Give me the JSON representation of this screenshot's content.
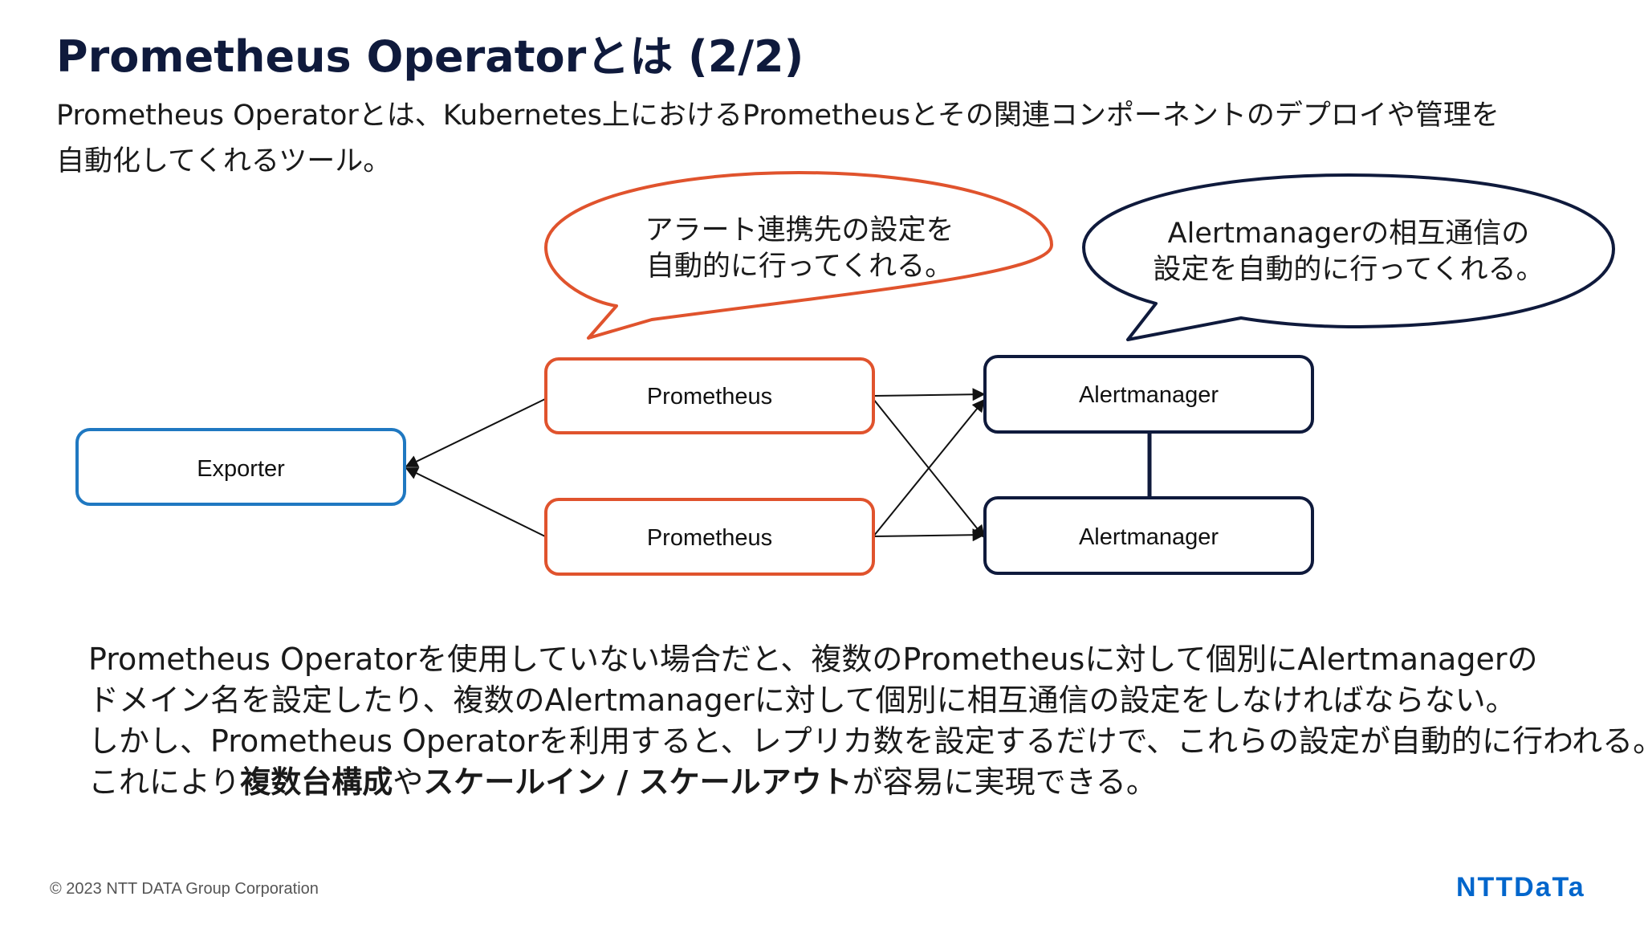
{
  "title": "Prometheus Operatorとは (2/2)",
  "intro": {
    "line1": "Prometheus Operatorとは、Kubernetes上におけるPrometheusとその関連コンポーネントのデプロイや管理を",
    "line2": "自動化してくれるツール。"
  },
  "diagram": {
    "bubble_left": {
      "line1": "アラート連携先の設定を",
      "line2": "自動的に行ってくれる。"
    },
    "bubble_right": {
      "line1": "Alertmanagerの相互通信の",
      "line2": "設定を自動的に行ってくれる。"
    },
    "nodes": {
      "exporter": "Exporter",
      "prometheus_1": "Prometheus",
      "prometheus_2": "Prometheus",
      "alertmanager_1": "Alertmanager",
      "alertmanager_2": "Alertmanager"
    },
    "colors": {
      "prometheus": "#e0532d",
      "exporter": "#1f78c1",
      "alertmanager": "#0f1a3c",
      "bubble_left": "#e0532d",
      "bubble_right": "#0f1a3c"
    }
  },
  "summary": {
    "line1": "Prometheus Operatorを使用していない場合だと、複数のPrometheusに対して個別にAlertmanagerの",
    "line2": "ドメイン名を設定したり、複数のAlertmanagerに対して個別に相互通信の設定をしなければならない。",
    "line3": "しかし、Prometheus Operatorを利用すると、レプリカ数を設定するだけで、これらの設定が自動的に行われる。",
    "line4_prefix": "これにより",
    "line4_bold1": "複数台構成",
    "line4_mid": "や",
    "line4_bold2": "スケールイン / スケールアウト",
    "line4_suffix": "が容易に実現できる。"
  },
  "footer": {
    "copyright": "© 2023 NTT DATA Group Corporation",
    "logo": "NTTDaTa"
  }
}
